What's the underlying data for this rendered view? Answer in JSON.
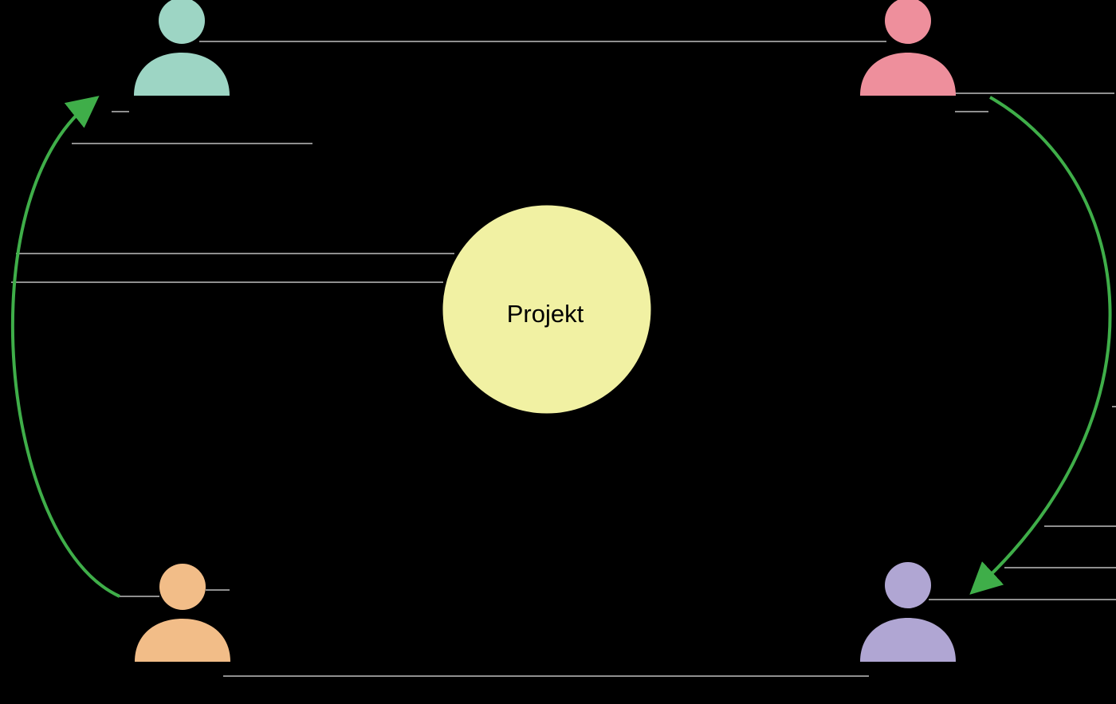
{
  "center": {
    "label": "Projekt",
    "fill": "#f1f1a3"
  },
  "users": [
    {
      "id": "user-1",
      "label": "",
      "color": "#9dd5c4"
    },
    {
      "id": "user-2",
      "label": "",
      "color": "#ee8f9c"
    },
    {
      "id": "user-3",
      "label": "",
      "color": "#b0a6d3"
    },
    {
      "id": "user-4",
      "label": "",
      "color": "#f2bd88"
    }
  ],
  "colors": {
    "background": "#000000",
    "arrow": "#3fae49",
    "guide_lines": "#8f8f8f"
  }
}
